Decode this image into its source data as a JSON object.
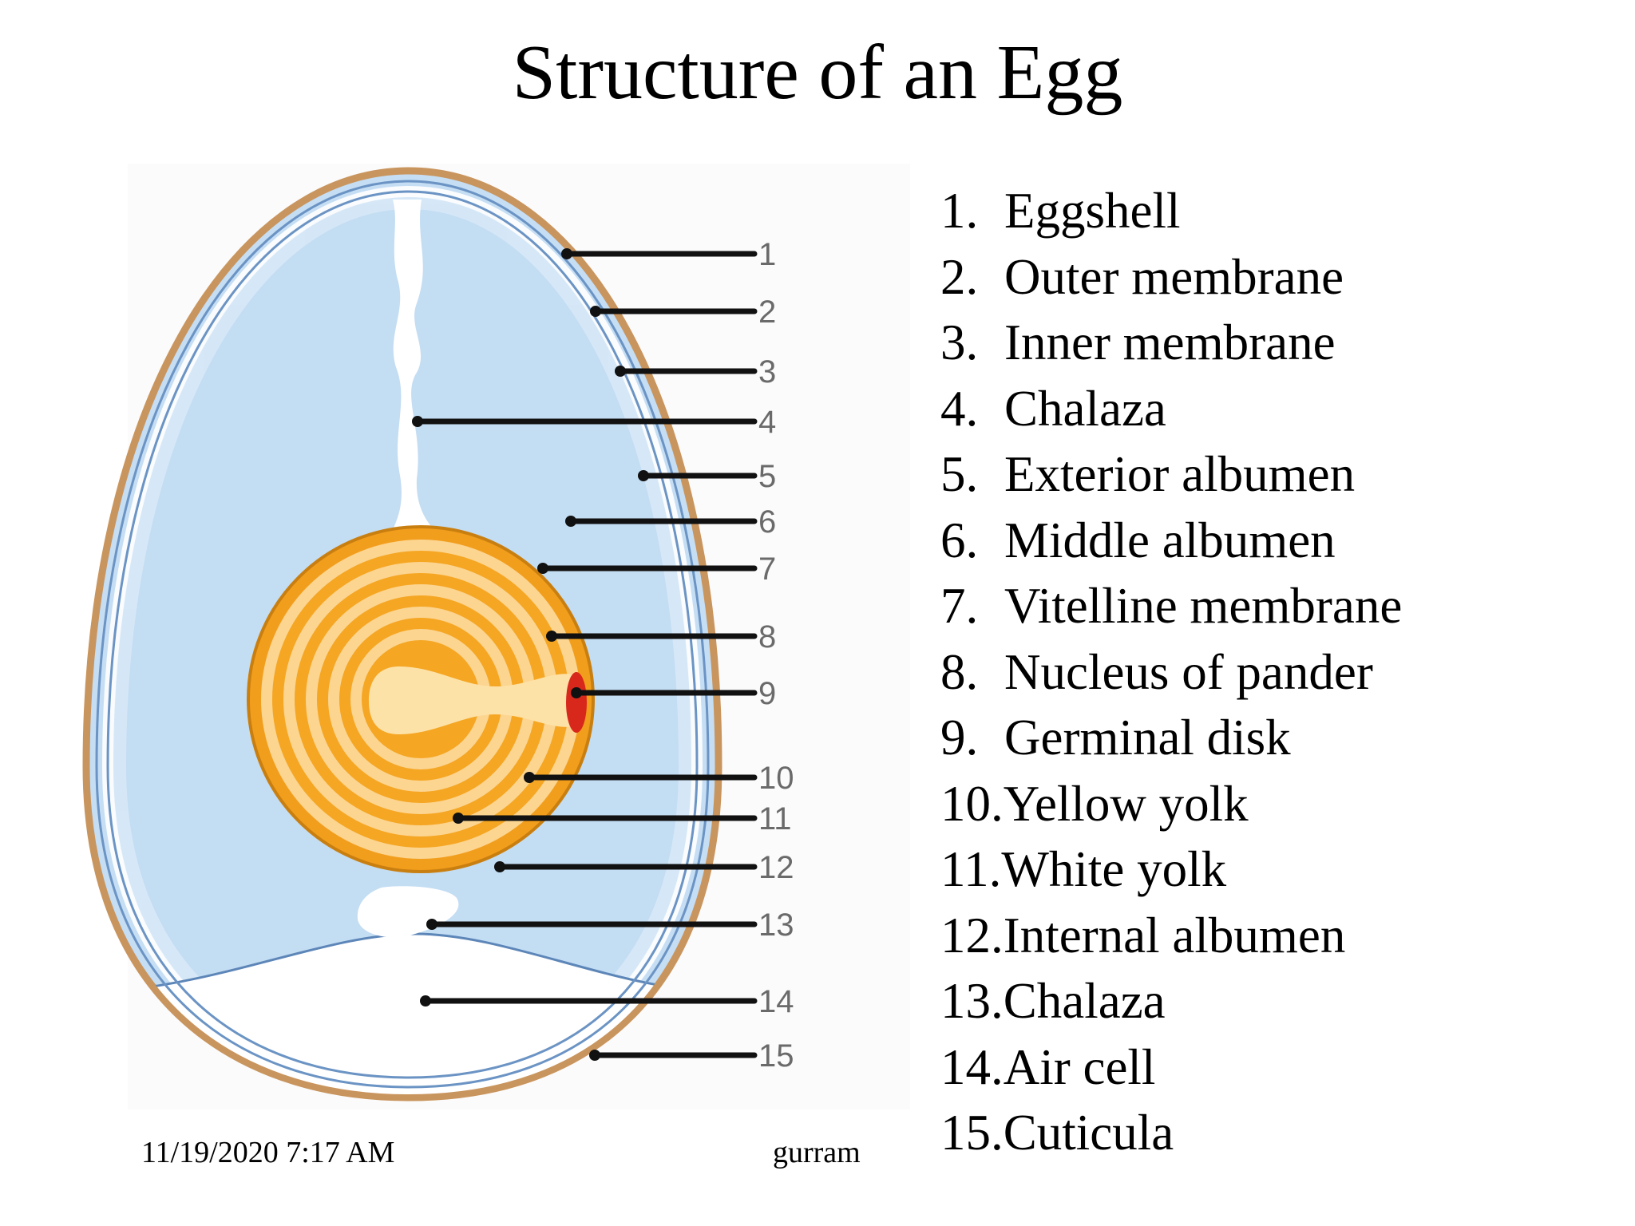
{
  "slide": {
    "title": "Structure of an Egg"
  },
  "diagram": {
    "callouts": [
      "1",
      "2",
      "3",
      "4",
      "5",
      "6",
      "7",
      "8",
      "9",
      "10",
      "11",
      "12",
      "13",
      "14",
      "15"
    ],
    "colors": {
      "shell": "#c9955e",
      "membrane": "#6b94c4",
      "albumen": "#c5def4",
      "albumen_outer": "#b8d6f0",
      "air_cell": "#ffffff",
      "chalaza": "#ffffff",
      "yolk_dark": "#f5a623",
      "yolk_light": "#fcd38a",
      "germinal_disk": "#d8281b",
      "leader_line": "#111111"
    }
  },
  "legend": {
    "items": [
      {
        "num": "1.",
        "label": "Eggshell"
      },
      {
        "num": "2.",
        "label": "Outer membrane"
      },
      {
        "num": "3.",
        "label": "Inner membrane"
      },
      {
        "num": "4.",
        "label": "Chalaza"
      },
      {
        "num": "5.",
        "label": "Exterior albumen"
      },
      {
        "num": "6.",
        "label": "Middle albumen"
      },
      {
        "num": "7.",
        "label": "Vitelline membrane"
      },
      {
        "num": "8.",
        "label": "Nucleus of pander"
      },
      {
        "num": "9.",
        "label": "Germinal disk"
      },
      {
        "num": "10.",
        "label": "Yellow yolk"
      },
      {
        "num": "11.",
        "label": "White yolk"
      },
      {
        "num": "12.",
        "label": "Internal albumen"
      },
      {
        "num": "13.",
        "label": "Chalaza"
      },
      {
        "num": "14.",
        "label": "Air cell"
      },
      {
        "num": "15.",
        "label": "Cuticula"
      }
    ]
  },
  "footer": {
    "date": "11/19/2020 7:17 AM",
    "author": "gurram"
  }
}
